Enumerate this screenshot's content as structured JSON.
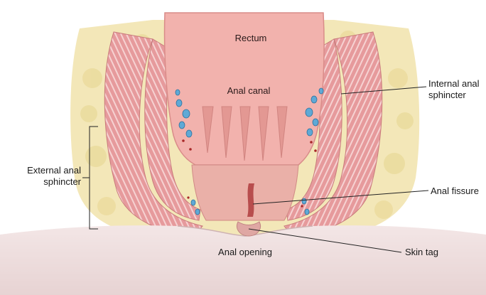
{
  "labels": {
    "rectum": "Rectum",
    "anal_canal": "Anal canal",
    "internal_anal_sphincter": "Internal anal\nsphincter",
    "external_anal_sphincter": "External anal\nsphincter",
    "anal_fissure": "Anal fissure",
    "anal_opening": "Anal opening",
    "skin_tag": "Skin tag"
  },
  "colors": {
    "fat": "#f3e7b8",
    "fat_lobule": "#e9d998",
    "muscle": "#e69a9c",
    "muscle_stripe": "#f6d2d2",
    "mucosa": "#f2b2ad",
    "mucosa_dark": "#d98c89",
    "vessel_blue": "#5fa9d6",
    "vessel_red": "#a82828",
    "skin": "#efe0e0",
    "leader_line": "#222222"
  }
}
